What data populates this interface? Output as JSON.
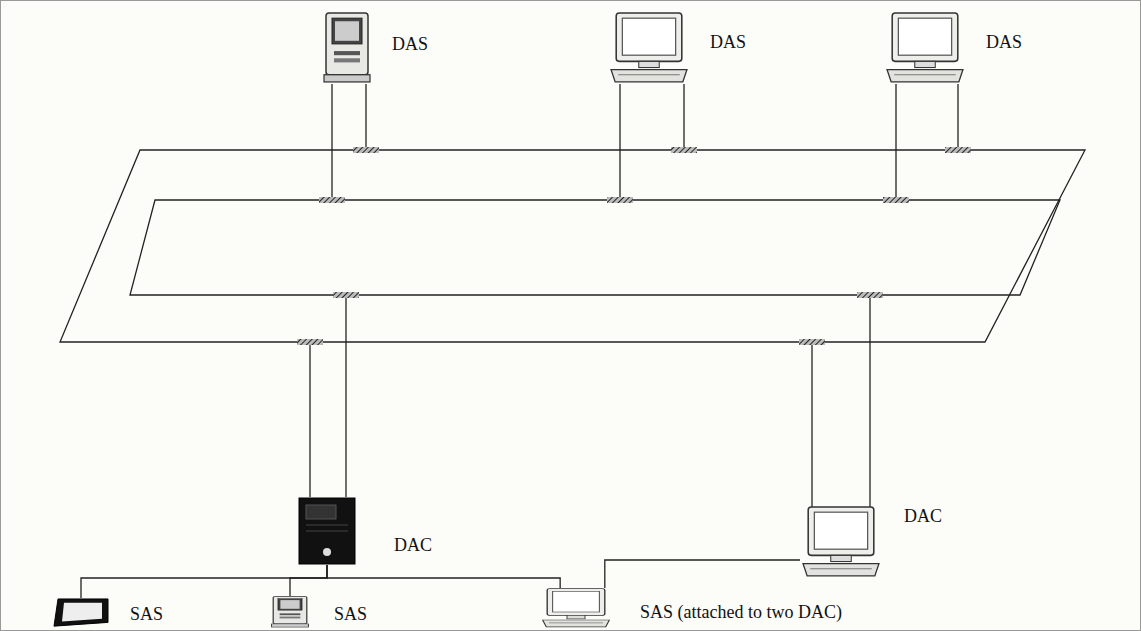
{
  "diagram": {
    "nodes": [
      {
        "text": [
          "DAS"
        ]
      },
      {
        "text": [
          "DAS"
        ]
      },
      {
        "text": [
          "DAS"
        ]
      },
      {
        "text": [
          "DAC"
        ]
      },
      {
        "text": [
          "DAC"
        ]
      },
      {
        "text": [
          "SAS"
        ]
      },
      {
        "text": [
          "SAS"
        ]
      },
      {
        "text": [
          "SAS (attached to two DAC)"
        ]
      }
    ],
    "edges": [
      {
        "from": 3,
        "to": 5,
        "arrow": "none"
      },
      {
        "from": 3,
        "to": 6,
        "arrow": "none"
      },
      {
        "from": 3,
        "to": 7,
        "arrow": "none"
      },
      {
        "from": 4,
        "to": 7,
        "arrow": "none"
      }
    ]
  }
}
